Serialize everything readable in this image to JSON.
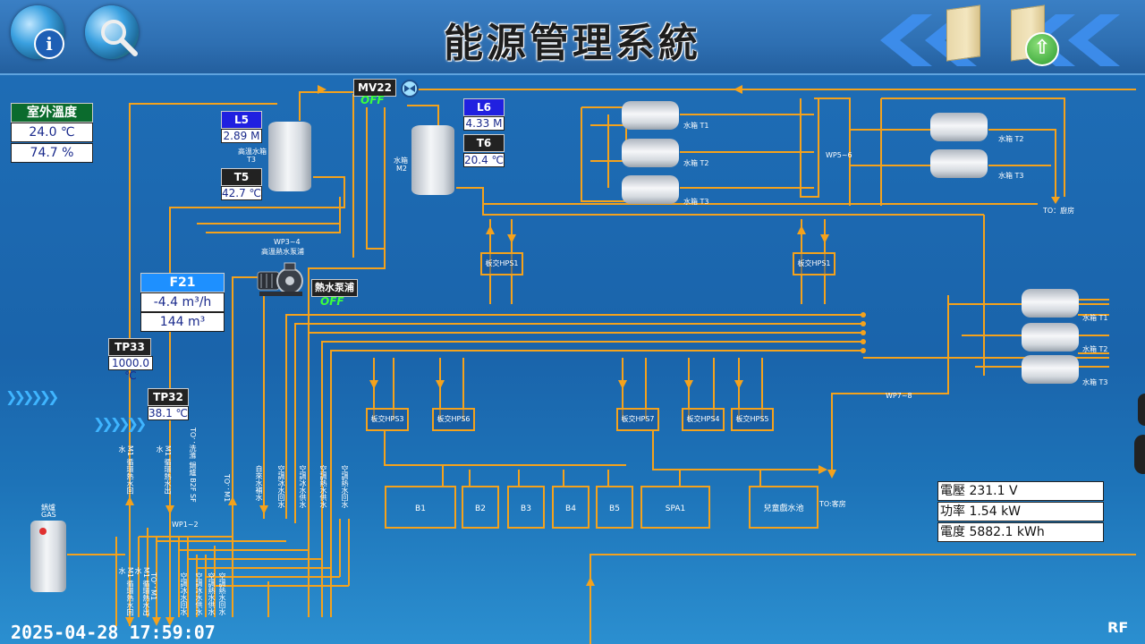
{
  "header": {
    "title": "能源管理系統",
    "info_icon": "info-icon",
    "search_icon": "search-icon",
    "up_arrow": "⇧"
  },
  "outdoor": {
    "title": "室外溫度",
    "temp": "24.0 ℃",
    "humidity": "74.7 %"
  },
  "tank_l5": {
    "label": "L5",
    "value": "2.89 M"
  },
  "tank_t5": {
    "label": "T5",
    "value": "42.7 ℃"
  },
  "tank_l6": {
    "label": "L6",
    "value": "4.33 M"
  },
  "tank_t6": {
    "label": "T6",
    "value": "20.4 ℃"
  },
  "valve": {
    "label": "MV22",
    "status": "OFF"
  },
  "pump": {
    "label": "熱水泵浦",
    "status": "OFF"
  },
  "flow": {
    "label": "F21",
    "rate": "-4.4 m³/h",
    "total": "144 m³"
  },
  "tp33": {
    "label": "TP33",
    "value": "1000.0 ℃"
  },
  "tp32": {
    "label": "TP32",
    "value": "38.1 ℃"
  },
  "labels": {
    "hightank": "高溫水箱",
    "t3": "T3",
    "tank_m2": "水箱",
    "m2": "M2",
    "wp34": "WP3~4",
    "wp34b": "高溫熱水泵浦",
    "wp56": "WP5~6",
    "wp78": "WP7~8",
    "wp12": "WP1~2",
    "to_kitchen": "TO：廚房",
    "to_guest": "TO:客房",
    "gas_name": "鍋爐",
    "gas": "GAS",
    "hx_top1": "板交HPS1",
    "hx_top2": "板交HPS1",
    "hx3": "板交HPS3",
    "hx6": "板交HPS6",
    "hx7": "板交HPS7",
    "hx4": "板交HPS4",
    "hx5": "板交HPS5",
    "rt1a": "水箱 T1",
    "rt2a": "水箱 T2",
    "rt3a": "水箱 T3",
    "rt2b": "水箱 T2",
    "rt3b": "水箱 T3",
    "rt1c": "水箱 T1",
    "rt2c": "水箱 T2",
    "rt3c": "水箱 T3",
    "v1": "M1 循環熱水回水",
    "v2": "M1 循環熱水出水",
    "v3": "TO：洗滌 鍋爐 B2F SF",
    "v4": "TO：M1",
    "v5": "自來水補水",
    "v6": "空調冰水回水",
    "v7": "空調冰水供水",
    "v8": "空調熱水供水",
    "v9": "空調熱水回水",
    "vb1": "M1 循環熱水回水",
    "vb2": "M1 循環熱水出水",
    "vb3": "TO：M1",
    "vb4": "空調冰水回水",
    "vb5": "空調冰水供水",
    "vb6": "空調熱水供水",
    "vb7": "空調熱水回水"
  },
  "pools": {
    "b1": "B1",
    "b2": "B2",
    "b3": "B3",
    "b4": "B4",
    "b5": "B5",
    "spa1": "SPA1",
    "kids": "兒童戲水池"
  },
  "power": {
    "voltage": "電壓 231.1 V",
    "power": "功率     1.54 kW",
    "energy": "電度     5882.1 kWh"
  },
  "footer": {
    "datetime": "2025-04-28 17:59:07",
    "rf": "RF",
    "arrows": "❯❯❯❯❯❯"
  },
  "colors": {
    "pipe": "#f4a21c",
    "off": "#3cff3c",
    "bg": "#1a64ab"
  }
}
